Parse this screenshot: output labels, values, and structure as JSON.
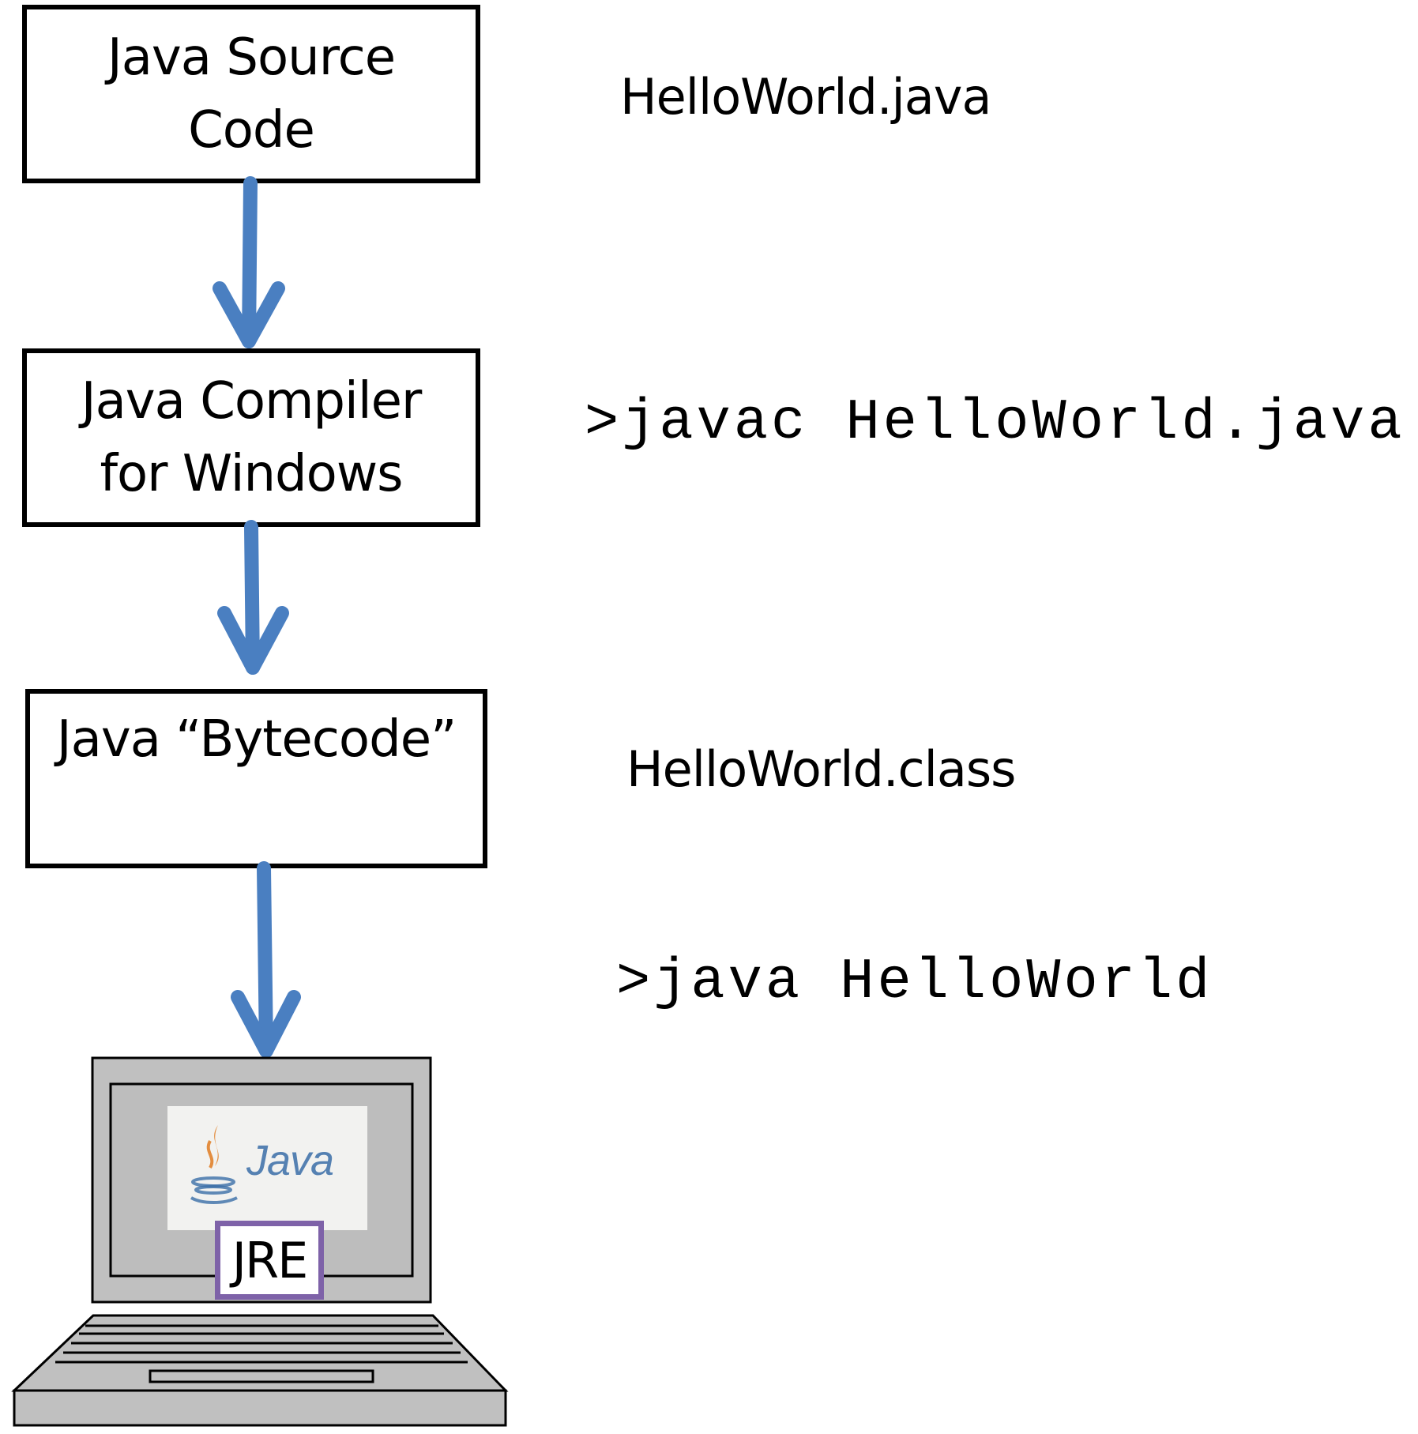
{
  "boxes": {
    "source": {
      "line1": "Java Source",
      "line2": "Code"
    },
    "compiler": {
      "line1": "Java Compiler",
      "line2": "for Windows"
    },
    "bytecode": {
      "line1": "Java “Bytecode”"
    }
  },
  "annotations": {
    "source_file": "HelloWorld.java",
    "compile_command": ">javac HelloWorld.java",
    "class_file": "HelloWorld.class",
    "run_command": ">java HelloWorld"
  },
  "laptop": {
    "logo_text": "Java",
    "runtime_label": "JRE"
  },
  "colors": {
    "arrow": "#4a7fc1",
    "box_border": "#000000",
    "jre_border": "#7e62a8",
    "laptop_body": "#c0c0c0",
    "java_logo_text": "#3a6ea8",
    "java_logo_flame": "#e07b20"
  },
  "icons": [
    "down-arrow-icon",
    "laptop-icon",
    "java-logo-icon"
  ]
}
